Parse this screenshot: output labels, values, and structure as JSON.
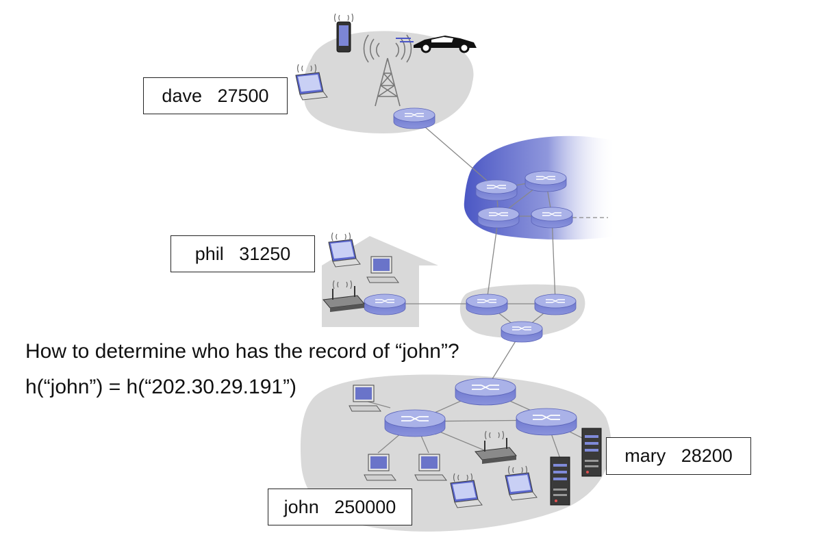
{
  "peers": {
    "dave": "dave   27500",
    "phil": "phil   31250",
    "john": "john   250000",
    "mary": "mary   28200"
  },
  "question": {
    "line1": "How to determine who has the record of “john”?",
    "line2": "h(“john”) = h(“202.30.29.191”)"
  },
  "colors": {
    "router": "#7c86d6",
    "router_top": "#b9c0ec",
    "network_gray": "#d9d9d9",
    "isp_blue": "#5561c9",
    "link": "#888888"
  }
}
